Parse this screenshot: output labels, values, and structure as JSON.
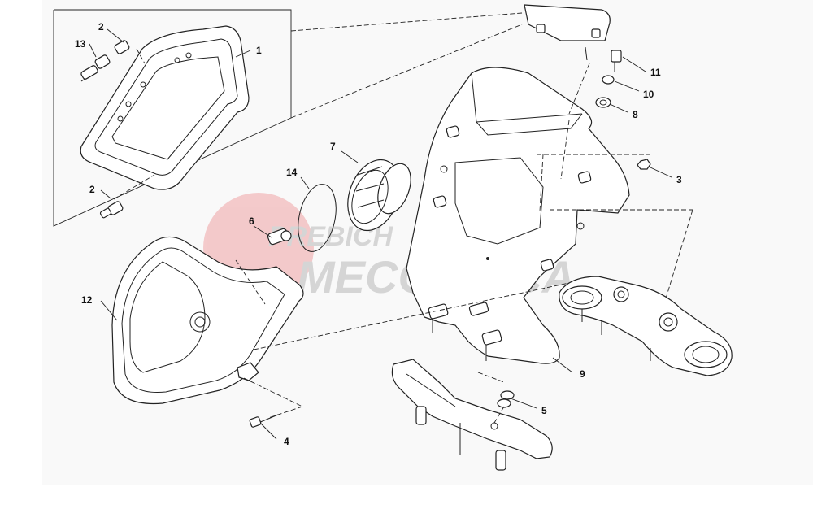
{
  "diagram": {
    "callouts": [
      "1",
      "2",
      "2",
      "3",
      "4",
      "5",
      "6",
      "7",
      "8",
      "9",
      "10",
      "11",
      "12",
      "13",
      "14"
    ]
  },
  "watermark": {
    "line1": "PREBICH",
    "line2": "MECCANICA",
    "color": "#e8676b"
  },
  "colors": {
    "line": "#222222",
    "background": "#f9f9f9"
  }
}
